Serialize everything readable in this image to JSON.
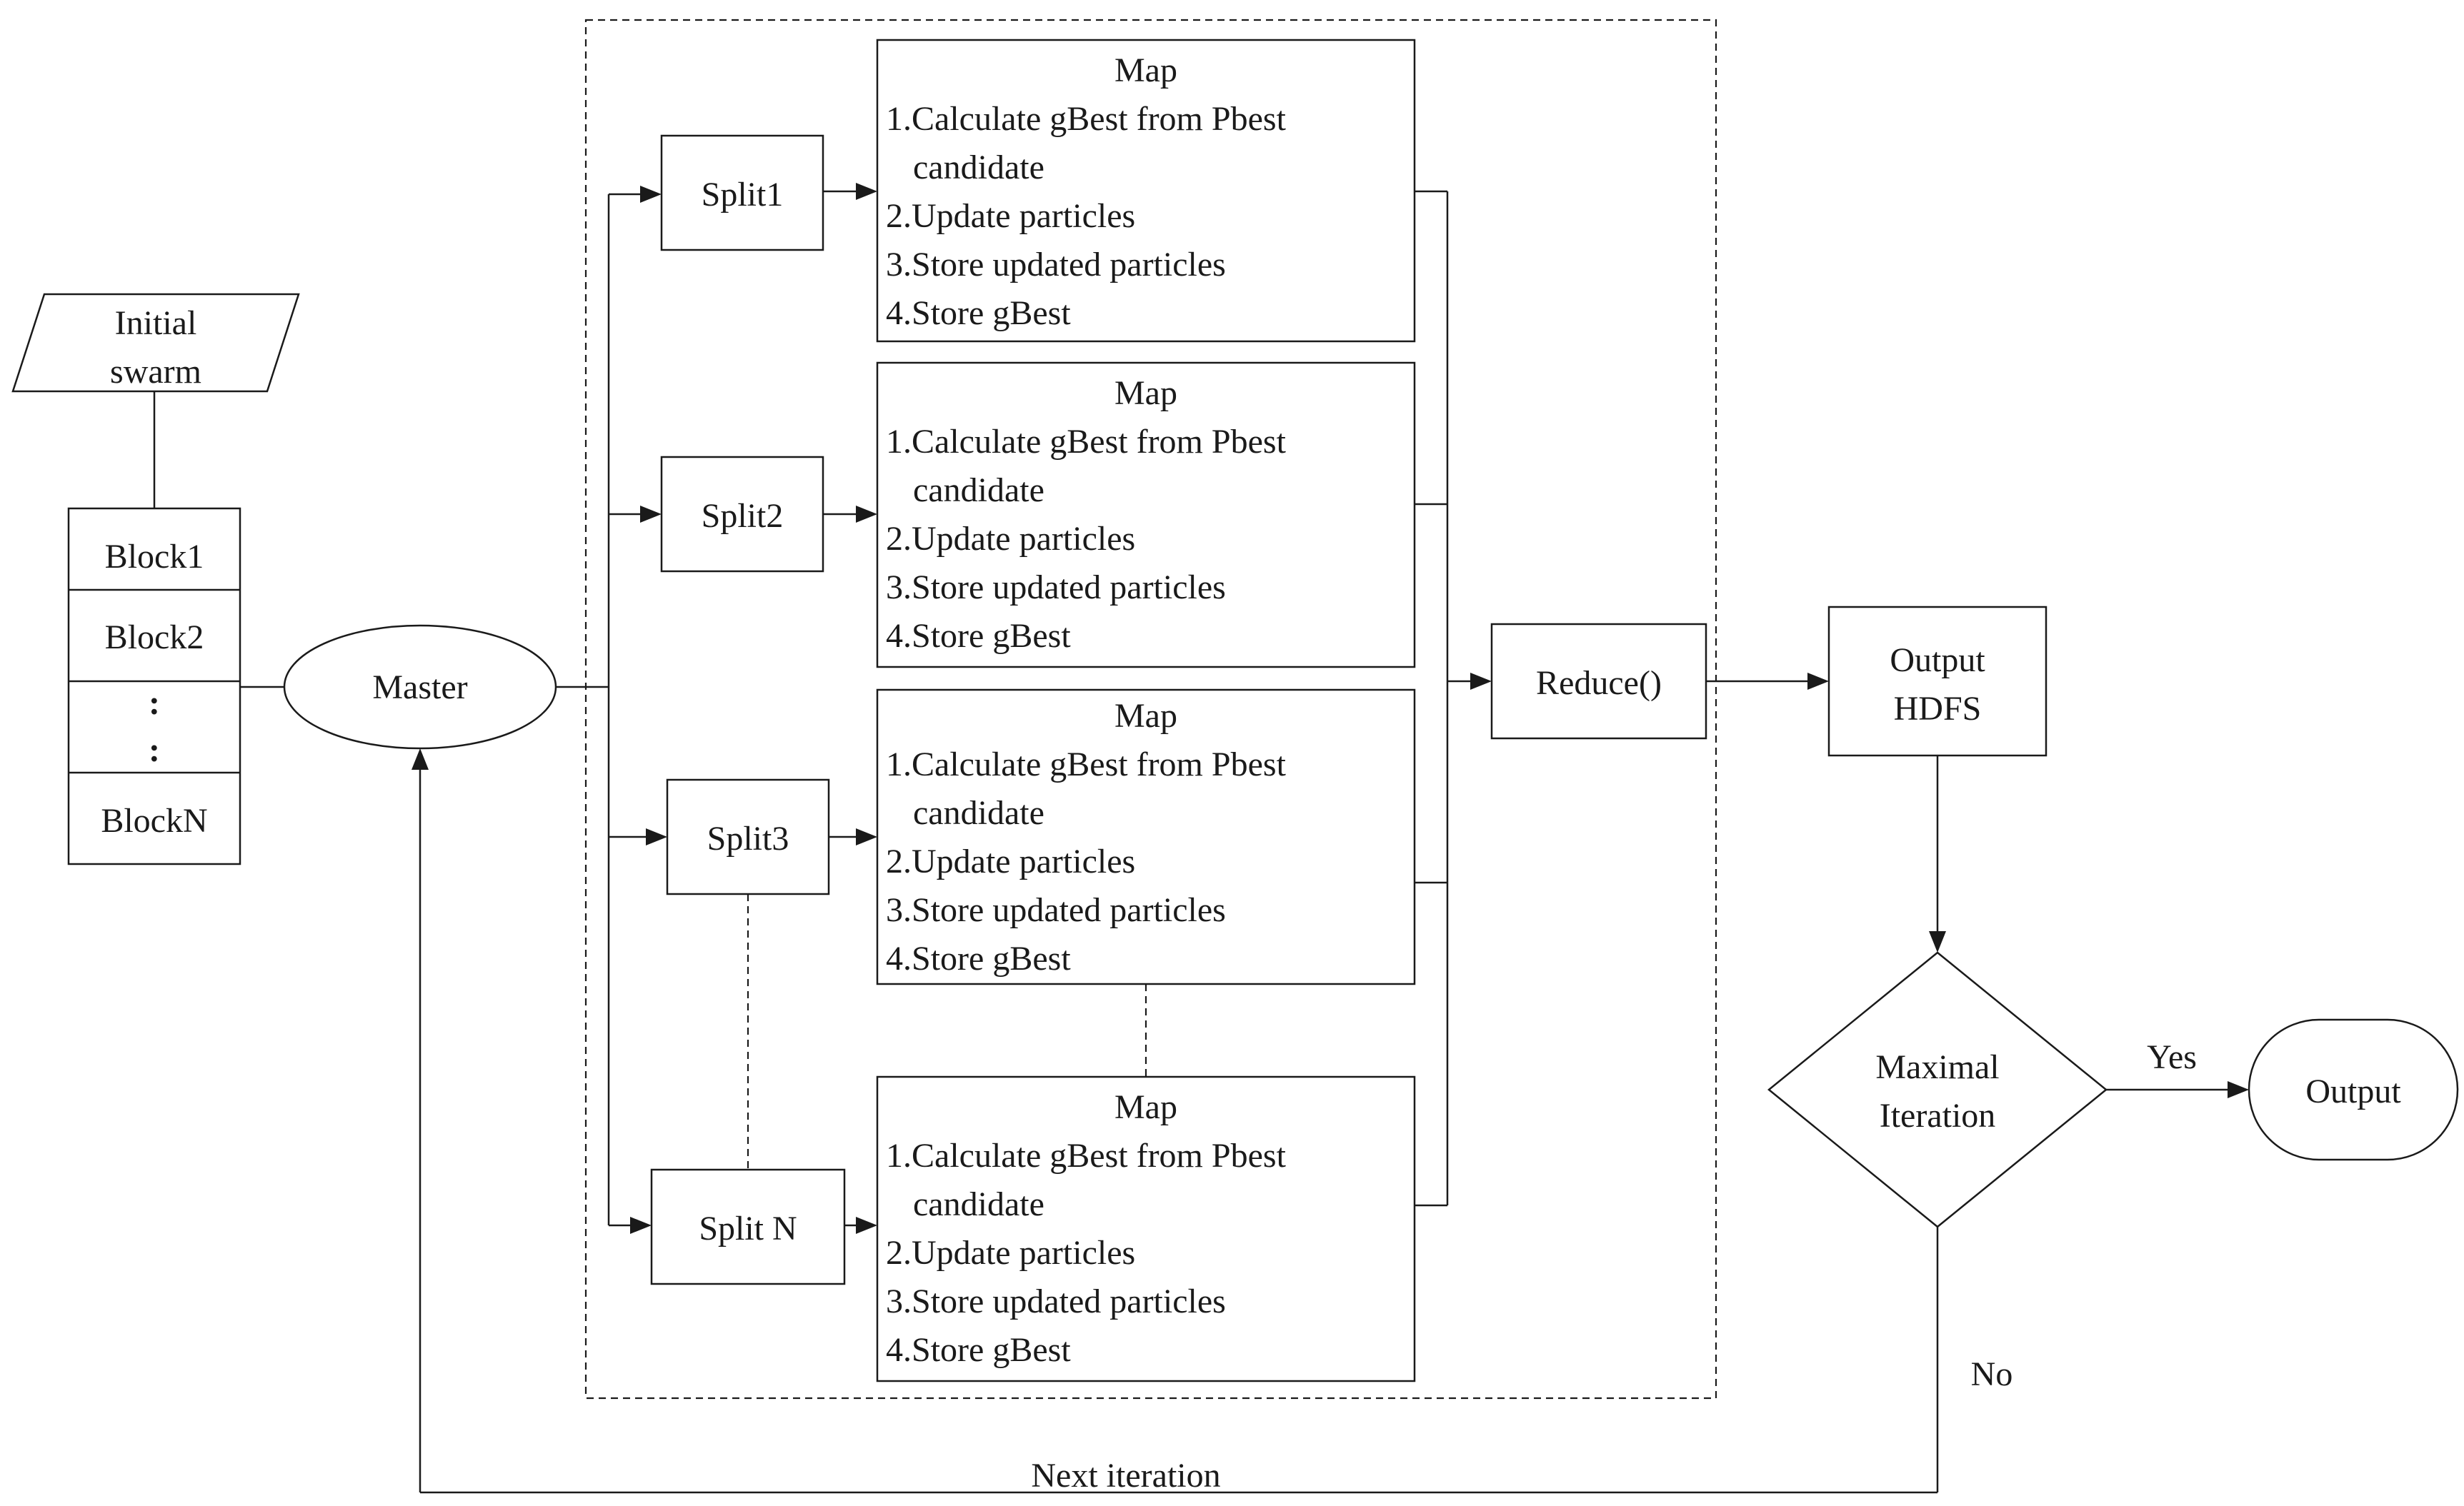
{
  "input": {
    "line1": "Initial",
    "line2": "swarm"
  },
  "blocks": {
    "b1": "Block1",
    "b2": "Block2",
    "dots1": ":",
    "dots2": ":",
    "bn": "BlockN"
  },
  "master": "Master",
  "splits": [
    "Split1",
    "Split2",
    "Split3",
    "Split N"
  ],
  "map": {
    "title": "Map",
    "step1a": "1.Calculate gBest from Pbest",
    "step1b": "candidate",
    "step2": "2.Update particles",
    "step3": "3.Store updated particles",
    "step4": "4.Store gBest"
  },
  "reduce": "Reduce()",
  "output_hdfs": {
    "line1": "Output",
    "line2": "HDFS"
  },
  "decision": {
    "line1": "Maximal",
    "line2": "Iteration"
  },
  "yes": "Yes",
  "no": "No",
  "output": "Output",
  "loop_label": "Next iteration"
}
